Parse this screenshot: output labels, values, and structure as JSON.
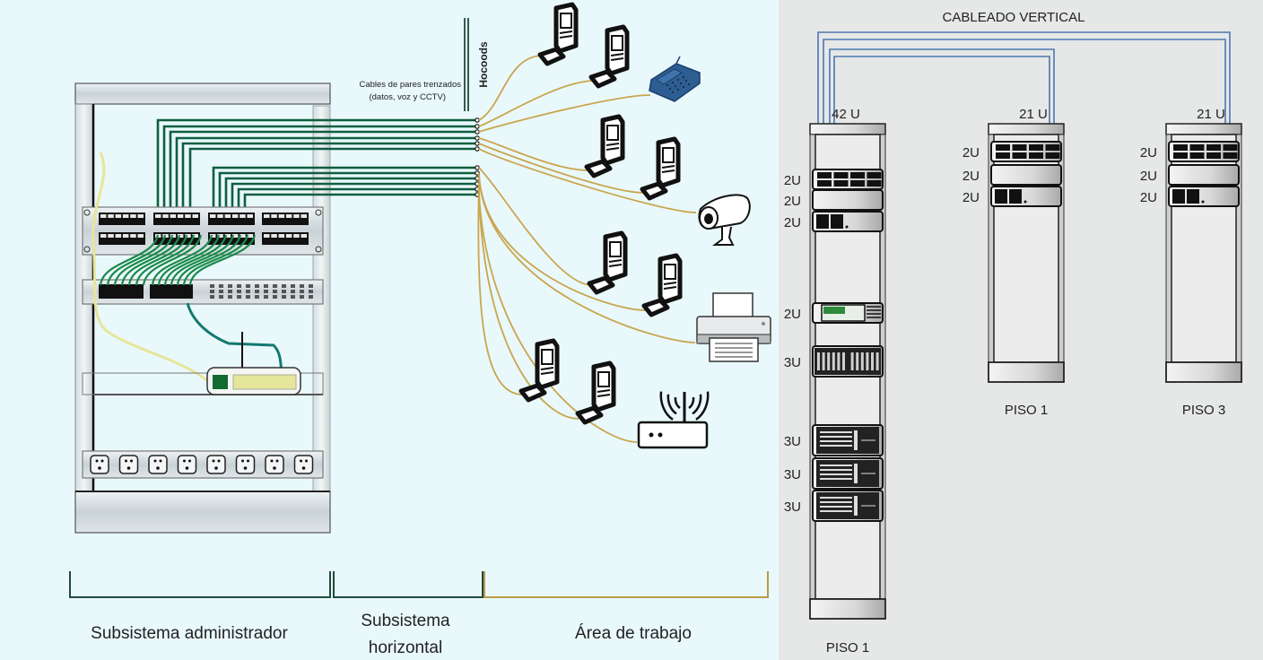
{
  "left_diagram": {
    "cable_label_line1": "Cables de pares trenzados",
    "cable_label_line2": "(datos, voz y CCTV)",
    "patch_panel_label": "Hocoods",
    "sections": [
      {
        "id": "admin",
        "label_lines": [
          "Subsistema administrador"
        ],
        "bracket_color": "#1f4a3c"
      },
      {
        "id": "horizontal",
        "label_lines": [
          "Subsistema",
          "horizontal"
        ],
        "bracket_color": "#1f4a3c"
      },
      {
        "id": "work-area",
        "label_lines": [
          "Área de trabajo"
        ],
        "bracket_color": "#b99a4a"
      }
    ],
    "devices": [
      {
        "type": "computer"
      },
      {
        "type": "computer"
      },
      {
        "type": "phone"
      },
      {
        "type": "computer"
      },
      {
        "type": "computer"
      },
      {
        "type": "camera"
      },
      {
        "type": "computer"
      },
      {
        "type": "computer"
      },
      {
        "type": "printer"
      },
      {
        "type": "computer"
      },
      {
        "type": "computer"
      },
      {
        "type": "wireless-router"
      }
    ],
    "colors": {
      "horizontal_cable": "#0f5e3f",
      "work_area_cable": "#c9a64e",
      "phone": "#2e5d92",
      "background": "#e9f8fb"
    }
  },
  "right_diagram": {
    "title": "CABLEADO VERTICAL",
    "cable_color": "#4a78b0",
    "racks": [
      {
        "id": "main",
        "capacity_label": "42 U",
        "floor_label": "PISO 1",
        "units": [
          {
            "size": "2U",
            "type": "patch-panel"
          },
          {
            "size": "2U",
            "type": "blank"
          },
          {
            "size": "2U",
            "type": "switch"
          },
          {
            "size": "2U",
            "type": "router"
          },
          {
            "size": "3U",
            "type": "chassis"
          },
          {
            "size": "3U",
            "type": "server"
          },
          {
            "size": "3U",
            "type": "server"
          },
          {
            "size": "3U",
            "type": "server"
          }
        ]
      },
      {
        "id": "floor-1",
        "capacity_label": "21 U",
        "floor_label": "PISO 1",
        "units": [
          {
            "size": "2U",
            "type": "patch-panel"
          },
          {
            "size": "2U",
            "type": "blank"
          },
          {
            "size": "2U",
            "type": "switch"
          }
        ]
      },
      {
        "id": "floor-3",
        "capacity_label": "21 U",
        "floor_label": "PISO 3",
        "units": [
          {
            "size": "2U",
            "type": "patch-panel"
          },
          {
            "size": "2U",
            "type": "blank"
          },
          {
            "size": "2U",
            "type": "switch"
          }
        ]
      }
    ]
  }
}
